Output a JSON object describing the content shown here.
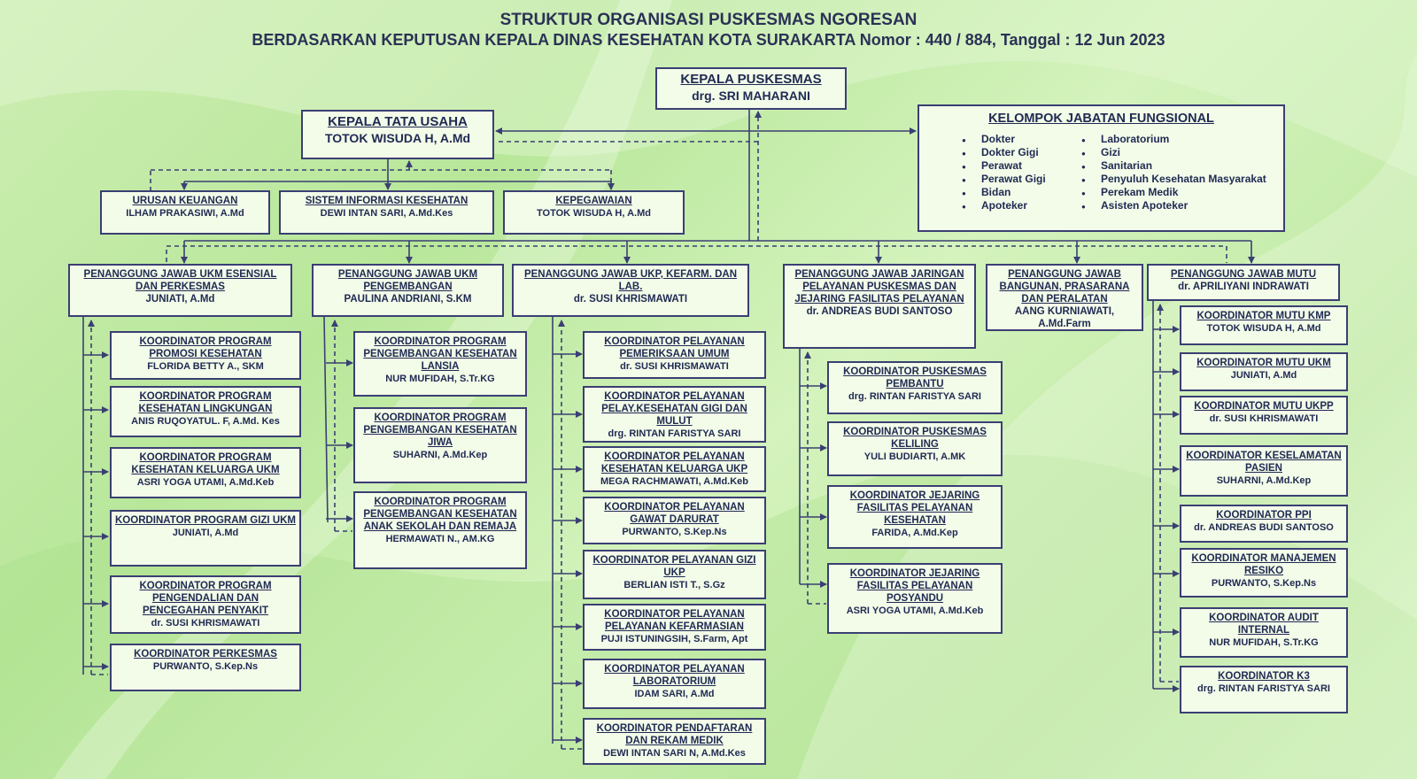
{
  "title": "STRUKTUR ORGANISASI PUSKESMAS NGORESAN",
  "subtitle": "BERDASARKAN KEPUTUSAN KEPALA DINAS KESEHATAN KOTA SURAKARTA Nomor : 440 / 884, Tanggal : 12 Jun 2023",
  "colors": {
    "line": "#3a3f73",
    "box_fill": "#f3fbe9",
    "background": "#c6ecaa"
  },
  "head": {
    "title": "KEPALA PUSKESMAS",
    "name": "drg. SRI MAHARANI"
  },
  "admin": {
    "title": "KEPALA TATA USAHA",
    "name": "TOTOK WISUDA H, A.Md"
  },
  "admin_units": [
    {
      "title": "URUSAN KEUANGAN",
      "name": "ILHAM PRAKASIWI, A.Md"
    },
    {
      "title": "SISTEM INFORMASI KESEHATAN",
      "name": "DEWI INTAN SARI, A.Md.Kes"
    },
    {
      "title": "KEPEGAWAIAN",
      "name": "TOTOK WISUDA H, A.Md"
    }
  ],
  "functional": {
    "title": "KELOMPOK JABATAN FUNGSIONAL",
    "left": [
      "Dokter",
      "Dokter Gigi",
      "Perawat",
      "Perawat Gigi",
      "Bidan",
      "Apoteker"
    ],
    "right": [
      "Laboratorium",
      "Gizi",
      "Sanitarian",
      "Penyuluh Kesehatan Masyarakat",
      "Perekam Medik",
      "Asisten Apoteker"
    ]
  },
  "pj": [
    {
      "title": "PENANGGUNG JAWAB UKM ESENSIAL DAN PERKESMAS",
      "name": "JUNIATI, A.Md"
    },
    {
      "title": "PENANGGUNG JAWAB  UKM PENGEMBANGAN",
      "name": "PAULINA ANDRIANI, S.KM"
    },
    {
      "title": "PENANGGUNG JAWAB UKP, KEFARM. DAN LAB.",
      "name": "dr. SUSI KHRISMAWATI"
    },
    {
      "title": "PENANGGUNG JAWAB JARINGAN PELAYANAN PUSKESMAS DAN JEJARING FASILITAS PELAYANAN",
      "name": "dr. ANDREAS BUDI SANTOSO"
    },
    {
      "title": "PENANGGUNG JAWAB BANGUNAN, PRASARANA DAN PERALATAN",
      "name": "AANG KURNIAWATI, A.Md.Farm"
    },
    {
      "title": "PENANGGUNG JAWAB MUTU",
      "name": "dr. APRILIYANI INDRAWATI"
    }
  ],
  "col1": [
    {
      "title": "KOORDINATOR PROGRAM PROMOSI KESEHATAN",
      "name": "FLORIDA BETTY A., SKM"
    },
    {
      "title": "KOORDINATOR PROGRAM KESEHATAN LINGKUNGAN",
      "name": "ANIS RUQOYATUL. F, A.Md. Kes"
    },
    {
      "title": "KOORDINATOR PROGRAM KESEHATAN KELUARGA UKM",
      "name": "ASRI YOGA UTAMI, A.Md.Keb"
    },
    {
      "title": "KOORDINATOR PROGRAM GIZI UKM",
      "name": "JUNIATI, A.Md"
    },
    {
      "title": "KOORDINATOR PROGRAM PENGENDALIAN DAN PENCEGAHAN PENYAKIT",
      "name": "dr. SUSI KHRISMAWATI"
    },
    {
      "title": "KOORDINATOR PERKESMAS",
      "name": "PURWANTO, S.Kep.Ns"
    }
  ],
  "col2": [
    {
      "title": "KOORDINATOR PROGRAM PENGEMBANGAN KESEHATAN LANSIA",
      "name": "NUR MUFIDAH, S.Tr.KG"
    },
    {
      "title": "KOORDINATOR PROGRAM PENGEMBANGAN KESEHATAN JIWA",
      "name": "SUHARNI, A.Md.Kep"
    },
    {
      "title": "KOORDINATOR PROGRAM PENGEMBANGAN KESEHATAN ANAK SEKOLAH DAN REMAJA",
      "name": "HERMAWATI N., AM.KG"
    }
  ],
  "col3": [
    {
      "title": "KOORDINATOR PELAYANAN PEMERIKSAAN UMUM",
      "name": "dr. SUSI KHRISMAWATI"
    },
    {
      "title": "KOORDINATOR PELAYANAN PELAY.KESEHATAN GIGI DAN MULUT",
      "name": "drg. RINTAN FARISTYA SARI"
    },
    {
      "title": "KOORDINATOR PELAYANAN KESEHATAN KELUARGA UKP",
      "name": "MEGA RACHMAWATI, A.Md.Keb"
    },
    {
      "title": "KOORDINATOR PELAYANAN GAWAT DARURAT",
      "name": "PURWANTO, S.Kep.Ns"
    },
    {
      "title": "KOORDINATOR PELAYANAN GIZI UKP",
      "name": "BERLIAN ISTI T., S.Gz"
    },
    {
      "title": "KOORDINATOR PELAYANAN PELAYANAN KEFARMASIAN",
      "name": "PUJI ISTUNINGSIH, S.Farm, Apt"
    },
    {
      "title": "KOORDINATOR PELAYANAN LABORATORIUM",
      "name": "IDAM SARI, A.Md"
    },
    {
      "title": "KOORDINATOR PENDAFTARAN DAN REKAM MEDIK",
      "name": "DEWI INTAN SARI N, A.Md.Kes"
    }
  ],
  "col4": [
    {
      "title": "KOORDINATOR PUSKESMAS PEMBANTU",
      "name": "drg. RINTAN FARISTYA SARI"
    },
    {
      "title": "KOORDINATOR PUSKESMAS KELILING",
      "name": "YULI BUDIARTI, A.MK"
    },
    {
      "title": "KOORDINATOR JEJARING FASILITAS PELAYANAN KESEHATAN",
      "name": "FARIDA, A.Md.Kep"
    },
    {
      "title": "KOORDINATOR JEJARING FASILITAS PELAYANAN POSYANDU",
      "name": "ASRI YOGA UTAMI, A.Md.Keb"
    }
  ],
  "col6": [
    {
      "title": "KOORDINATOR MUTU KMP",
      "name": "TOTOK WISUDA H, A.Md"
    },
    {
      "title": "KOORDINATOR MUTU UKM",
      "name": "JUNIATI, A.Md"
    },
    {
      "title": "KOORDINATOR MUTU UKPP",
      "name": "dr. SUSI KHRISMAWATI"
    },
    {
      "title": "KOORDINATOR KESELAMATAN PASIEN",
      "name": "SUHARNI, A.Md.Kep"
    },
    {
      "title": "KOORDINATOR PPI",
      "name": "dr. ANDREAS BUDI SANTOSO"
    },
    {
      "title": "KOORDINATOR MANAJEMEN RESIKO",
      "name": "PURWANTO, S.Kep.Ns"
    },
    {
      "title": "KOORDINATOR AUDIT INTERNAL",
      "name": "NUR MUFIDAH, S.Tr.KG"
    },
    {
      "title": "KOORDINATOR K3",
      "name": "drg. RINTAN FARISTYA SARI"
    }
  ]
}
